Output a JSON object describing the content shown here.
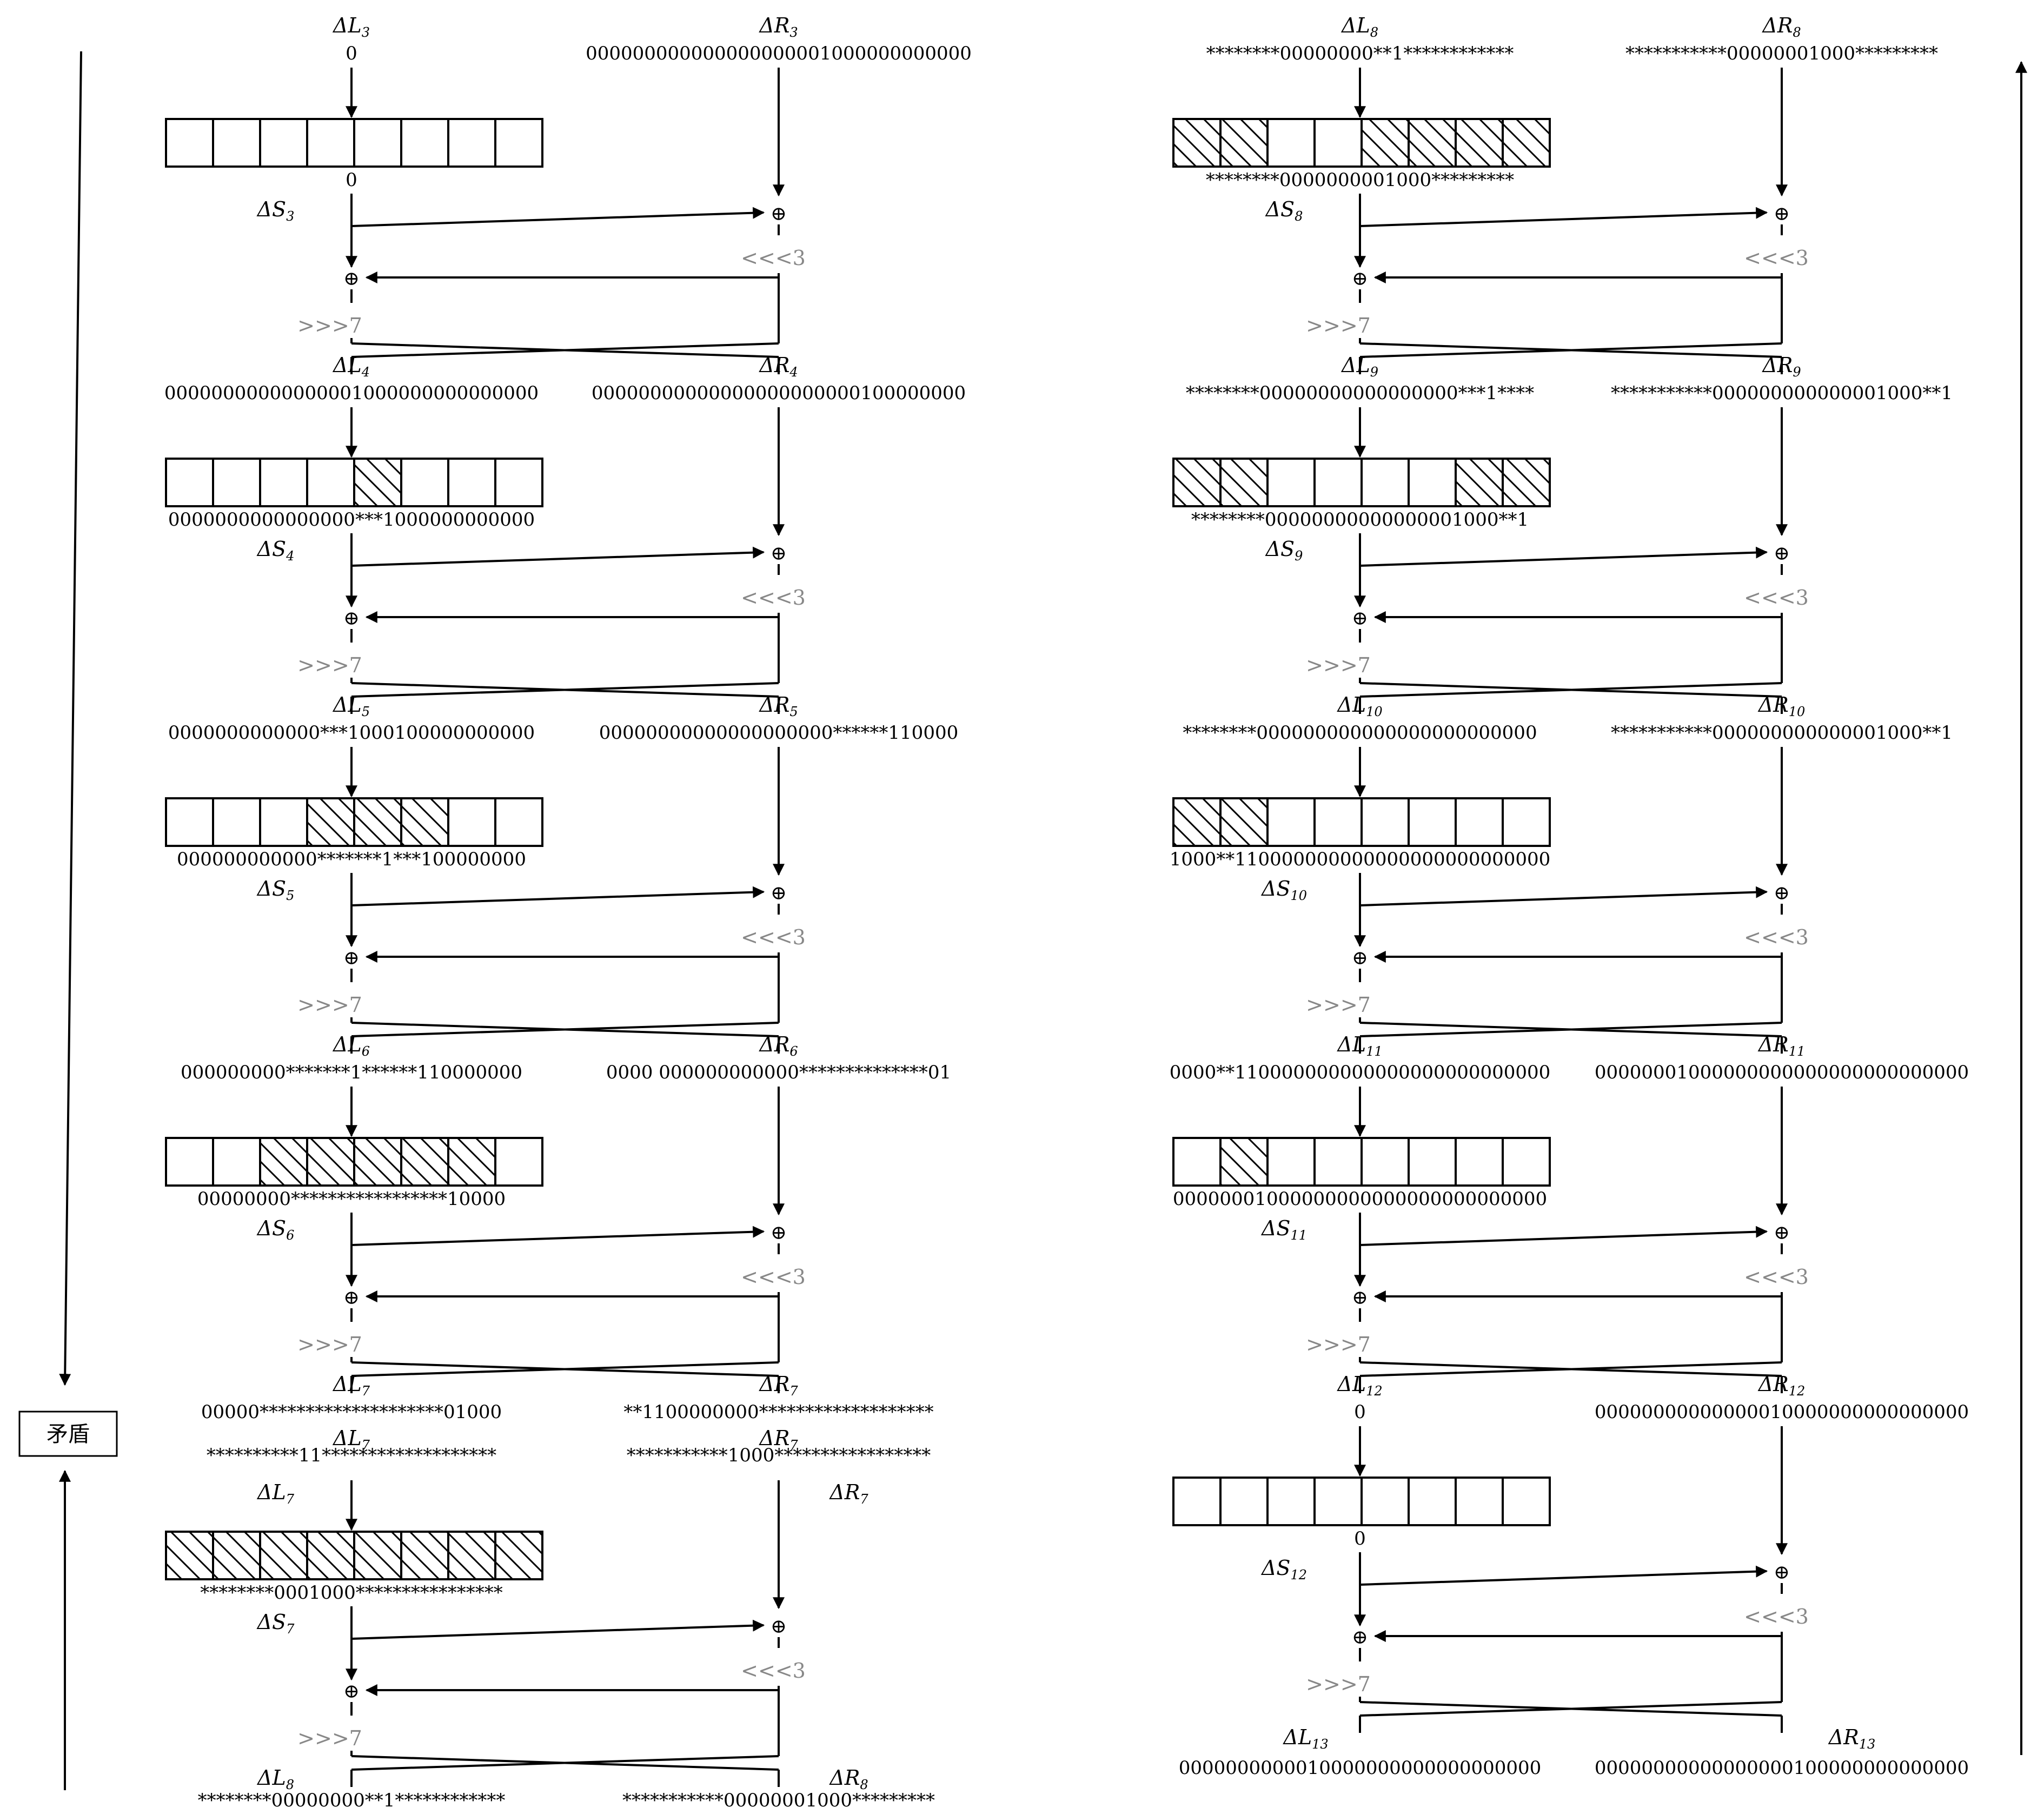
{
  "note": "矛盾",
  "ops": {
    "xor": "⊕",
    "rot_left": "<<<3",
    "rot_right": ">>>7"
  },
  "rounds": [
    {
      "L": "ΔL",
      "L_sub": "3",
      "R": "ΔR",
      "R_sub": "3",
      "S": "ΔS",
      "S_sub": "3",
      "L_val": "0",
      "R_val": "000000000000000000001000000000000",
      "S_out": "0",
      "hatch": [
        0,
        0,
        0,
        0,
        0,
        0,
        0,
        0
      ]
    },
    {
      "L": "ΔL",
      "L_sub": "4",
      "R": "ΔR",
      "R_sub": "4",
      "S": "ΔS",
      "S_sub": "4",
      "L_val": "00000000000000001000000000000000",
      "R_val": "00000000000000000000000100000000",
      "S_out": "0000000000000000***1000000000000",
      "hatch": [
        0,
        0,
        0,
        0,
        1,
        0,
        0,
        0
      ]
    },
    {
      "L": "ΔL",
      "L_sub": "5",
      "R": "ΔR",
      "R_sub": "5",
      "S": "ΔS",
      "S_sub": "5",
      "L_val": "0000000000000***1000100000000000",
      "R_val": "00000000000000000000******110000",
      "S_out": "000000000000*******1***100000000",
      "hatch": [
        0,
        0,
        0,
        1,
        1,
        1,
        0,
        0
      ]
    },
    {
      "L": "ΔL",
      "L_sub": "6",
      "R": "ΔR",
      "R_sub": "6",
      "S": "ΔS",
      "S_sub": "6",
      "L_val": "000000000*******1******110000000",
      "R_val": "0000 000000000000**************01",
      "S_out": "00000000*****************10000",
      "hatch": [
        0,
        0,
        1,
        1,
        1,
        1,
        1,
        0
      ]
    },
    {
      "L": "ΔL",
      "L_sub": "7",
      "R": "ΔR",
      "R_sub": "7",
      "S": "ΔS",
      "S_sub": "7",
      "L_val": "00000********************01000",
      "R_val": "**1100000000*******************",
      "L_val2": "**********11*******************",
      "R_val2": "***********1000*****************",
      "S_out": "********0001000****************",
      "hatch": [
        1,
        1,
        1,
        1,
        1,
        1,
        1,
        1
      ]
    },
    {
      "L": "ΔL",
      "L_sub": "8",
      "R": "ΔR",
      "R_sub": "8",
      "S": "ΔS",
      "S_sub": "8",
      "L_val": "********00000000**1************",
      "R_val": "***********00000001000*********",
      "S_out": "********0000000001000*********",
      "hatch": [
        1,
        1,
        0,
        0,
        1,
        1,
        1,
        1
      ]
    },
    {
      "L": "ΔL",
      "L_sub": "9",
      "R": "ΔR",
      "R_sub": "9",
      "S": "ΔS",
      "S_sub": "9",
      "L_val": "********00000000000000000***1****",
      "R_val": "***********000000000000001000**1",
      "S_out": "********00000000000000001000**1",
      "hatch": [
        1,
        1,
        0,
        0,
        0,
        0,
        1,
        1
      ]
    },
    {
      "L": "ΔL",
      "L_sub": "10",
      "R": "ΔR",
      "R_sub": "10",
      "S": "ΔS",
      "S_sub": "10",
      "L_val": "********000000000000000000000000",
      "R_val": "***********000000000000001000**1",
      "S_out": "1000**110000000000000000000000000",
      "hatch": [
        1,
        1,
        0,
        0,
        0,
        0,
        0,
        0
      ]
    },
    {
      "L": "ΔL",
      "L_sub": "11",
      "R": "ΔR",
      "R_sub": "11",
      "S": "ΔS",
      "S_sub": "11",
      "L_val": "0000**110000000000000000000000000",
      "R_val": "00000001000000000000000000000000",
      "S_out": "00000001000000000000000000000000",
      "hatch": [
        0,
        1,
        0,
        0,
        0,
        0,
        0,
        0
      ]
    },
    {
      "L": "ΔL",
      "L_sub": "12",
      "R": "ΔR",
      "R_sub": "12",
      "S": "ΔS",
      "S_sub": "12",
      "L_val": "0",
      "R_val": "00000000000000010000000000000000",
      "S_out": "0",
      "hatch": [
        0,
        0,
        0,
        0,
        0,
        0,
        0,
        0
      ]
    },
    {
      "L": "ΔL",
      "L_sub": "13",
      "R": "ΔR",
      "R_sub": "13",
      "L_val": "0000000000010000000000000000000",
      "R_val": "00000000000000000100000000000000"
    }
  ],
  "repeat_labels": {
    "L": "ΔL",
    "L_sub": "7",
    "R": "ΔR",
    "R_sub": "7"
  }
}
